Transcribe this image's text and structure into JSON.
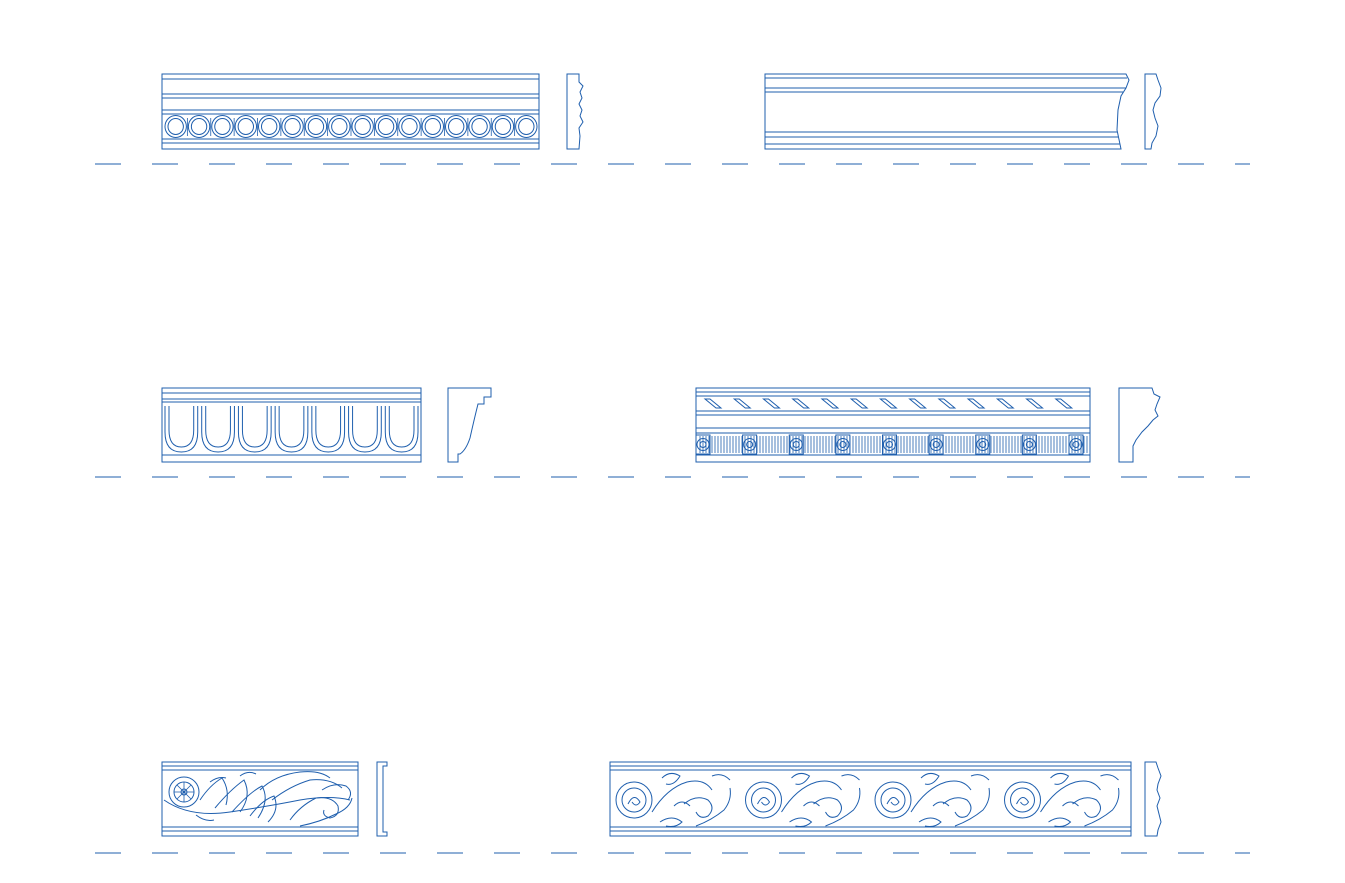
{
  "drawing": {
    "kind": "cad-elevation-sheet",
    "line_color": "#1f5fae",
    "background": "#ffffff",
    "rows": [
      {
        "id": "row-1",
        "moldings": [
          {
            "id": "egg-and-dart-molding",
            "ornament": "egg-and-dart",
            "repeat_count": 16,
            "has_profile": true
          },
          {
            "id": "plain-crown-molding",
            "ornament": "plain",
            "has_profile": true
          }
        ]
      },
      {
        "id": "row-2",
        "moldings": [
          {
            "id": "egg-molding",
            "ornament": "egg",
            "repeat_count": 7,
            "has_profile": true
          },
          {
            "id": "rope-and-rosette-molding",
            "ornament": "rope-twist-and-rosettes",
            "repeat_count": 9,
            "rosette_count": 9,
            "has_profile": true
          }
        ]
      },
      {
        "id": "row-3",
        "moldings": [
          {
            "id": "acanthus-scroll-frieze-short",
            "ornament": "acanthus-scroll",
            "has_profile": true
          },
          {
            "id": "acanthus-scroll-frieze-long",
            "ornament": "acanthus-scroll",
            "repeat_count": 4,
            "has_profile": true
          }
        ]
      }
    ]
  }
}
